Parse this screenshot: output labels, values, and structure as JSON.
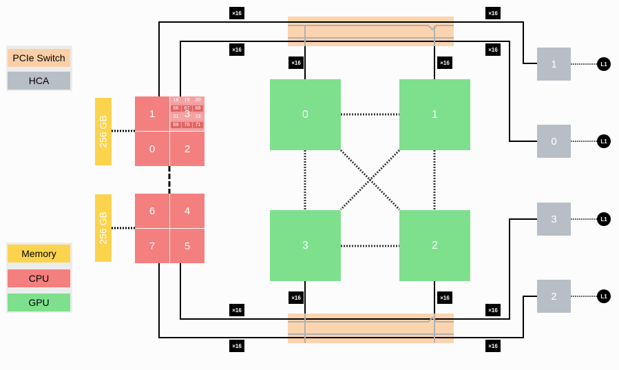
{
  "legend_top": {
    "pcie_switch": "PCIe Switch",
    "hca": "HCA"
  },
  "legend_bottom": {
    "memory": "Memory",
    "cpu": "CPU",
    "gpu": "GPU"
  },
  "memory": {
    "upper": "256 GB",
    "lower": "256 GB"
  },
  "cpu_upper": {
    "n1": "1",
    "n3": "3",
    "n0": "0",
    "n2": "2"
  },
  "cpu_lower": {
    "n6": "6",
    "n4": "4",
    "n7": "7",
    "n5": "5"
  },
  "cores": [
    "18",
    "19",
    "20",
    "66",
    "67",
    "68",
    "21",
    "",
    "23",
    "69",
    "70",
    "71"
  ],
  "gpus": {
    "g0": "0",
    "g1": "1",
    "g3": "3",
    "g2": "2"
  },
  "hcas": {
    "h1": "1",
    "h0": "0",
    "h3": "3",
    "h2": "2"
  },
  "link_label": "×16",
  "port_label": "L1",
  "colors": {
    "pcie_switch": "#fbcfa6",
    "hca": "#b8bec6",
    "memory": "#fcd34d",
    "cpu": "#f47f7f",
    "gpu": "#7ee08d",
    "badge": "#000000"
  }
}
